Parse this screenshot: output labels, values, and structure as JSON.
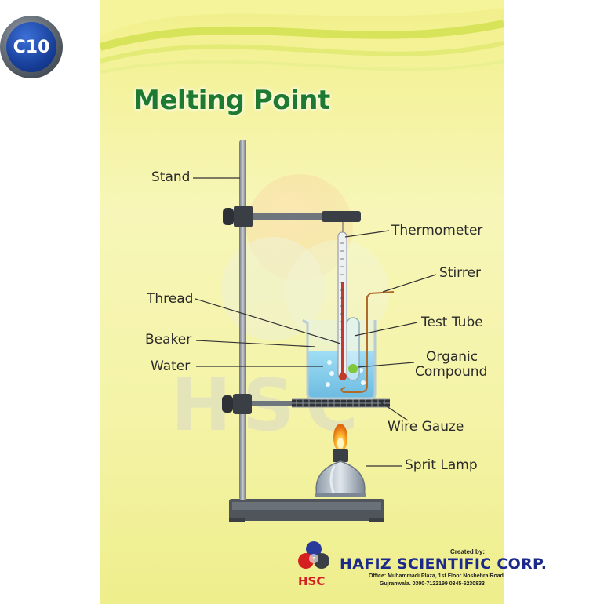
{
  "badge": {
    "code": "C10"
  },
  "title": "Melting Point",
  "labels": {
    "stand": "Stand",
    "thermometer": "Thermometer",
    "stirrer": "Stirrer",
    "thread": "Thread",
    "test_tube": "Test Tube",
    "beaker": "Beaker",
    "organic_line1": "Organic",
    "organic_line2": "Compound",
    "water": "Water",
    "wire_gauze": "Wire Gauze",
    "sprit_lamp": "Sprit Lamp"
  },
  "watermark": "HSC",
  "footer": {
    "created_by": "Created by:",
    "company": "HAFIZ SCIENTIFIC CORP.",
    "office_line1": "Office: Muhammadi Plaza, 1st Floor Noshehra Road",
    "office_line2": "Gujranwala. 0300-7122199 0345-6230833",
    "logo_text": "HSC"
  },
  "colors": {
    "title": "#1e7a2e",
    "company": "#1b2a8a",
    "badge": "#163d96",
    "water": "#4ab8e8",
    "logo_red": "#d42020"
  }
}
